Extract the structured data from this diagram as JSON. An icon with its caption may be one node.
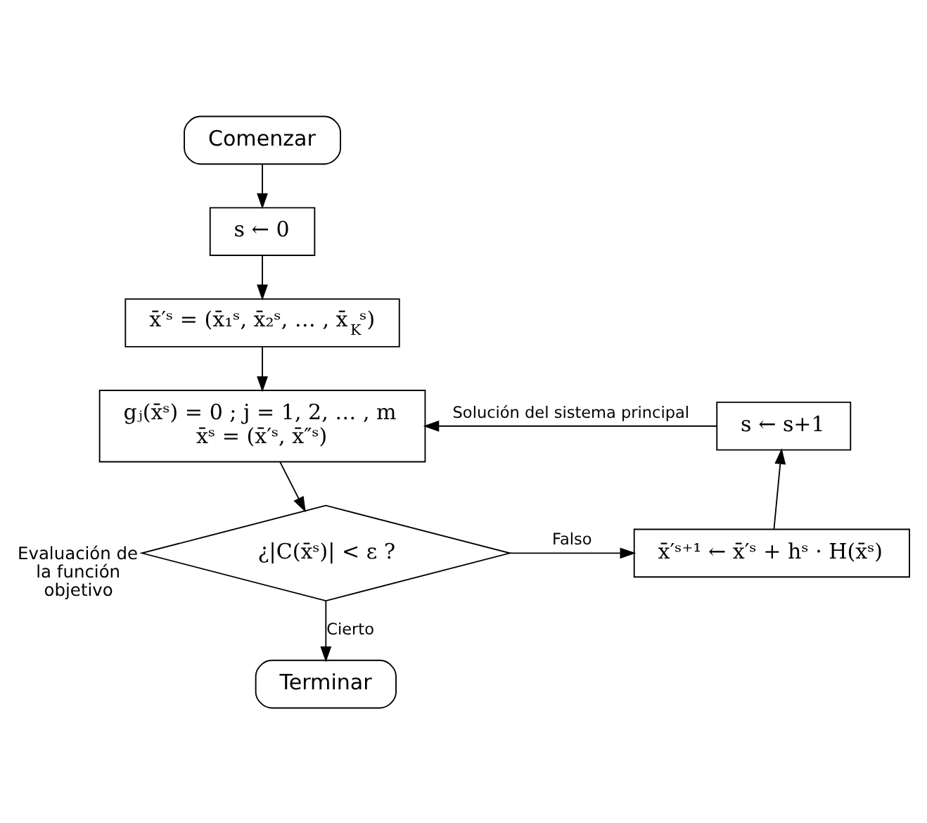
{
  "diagram": {
    "nodes": [
      {
        "text": [
          "Comenzar"
        ]
      },
      {
        "text": [
          "s ← 0"
        ]
      },
      {
        "text": [
          "x̄′ˢ = (x̄₁ˢ, x̄₂ˢ, … , x̄$_{K}$ˢ)"
        ]
      },
      {
        "text": [
          "gⱼ(x̄ˢ) = 0 ; j = 1, 2, … , m",
          "x̄ˢ = (x̄′ˢ, x̄″ˢ)"
        ]
      },
      {
        "text": [
          "¿|C(x̄ˢ)| < ε ?"
        ],
        "beside": [
          "Evaluación de la función objetivo"
        ]
      },
      {
        "text": [
          "x̄′ˢ⁺¹ ← x̄′ˢ + hˢ · H(x̄ˢ)"
        ]
      },
      {
        "text": [
          "s ← s+1"
        ]
      },
      {
        "text": [
          "Terminar"
        ]
      }
    ],
    "edges": [
      {
        "from": 0,
        "to": 1,
        "arrow": "to"
      },
      {
        "from": 1,
        "to": 2,
        "arrow": "to"
      },
      {
        "from": 2,
        "to": 3,
        "arrow": "to"
      },
      {
        "from": 3,
        "to": 4,
        "arrow": "to"
      },
      {
        "from": 4,
        "to": 5,
        "arrow": "to",
        "label": "Falso"
      },
      {
        "from": 5,
        "to": 6,
        "arrow": "to"
      },
      {
        "from": 6,
        "to": 3,
        "arrow": "to",
        "label": "Solución del sistema principal"
      },
      {
        "from": 4,
        "to": 7,
        "arrow": "to",
        "label": "Cierto"
      }
    ]
  }
}
